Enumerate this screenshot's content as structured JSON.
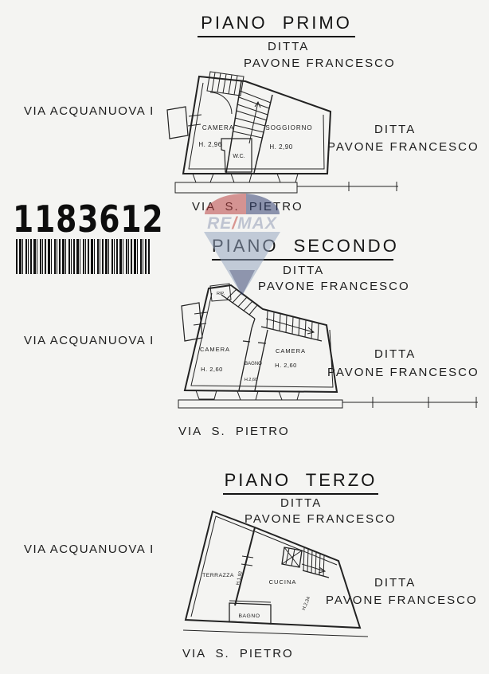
{
  "owner": {
    "line1": "DITTA",
    "line2": "PAVONE FRANCESCO"
  },
  "streets": {
    "left": "VIA ACQUANUOVA I",
    "bottom": "VIA S. PIETRO"
  },
  "barcode": {
    "number": "1183612"
  },
  "watermark": {
    "re": "RE",
    "slash": "/",
    "max": "MAX"
  },
  "colors": {
    "ink": "#1c1c1c",
    "remax_red": "#b73b3c",
    "remax_blue": "#2c3a6d",
    "remax_cone": "#93a4c0"
  },
  "floors": [
    {
      "title": "PIANO PRIMO",
      "rooms": {
        "camera": "CAMERA",
        "camera_h": "H. 2,96",
        "wc": "W.C.",
        "soggiorno": "SOGGIORNO",
        "soggiorno_h": "H. 2,90"
      }
    },
    {
      "title": "PIANO SECONDO",
      "rooms": {
        "rip": "RIP.",
        "camera_left": "CAMERA",
        "camera_left_h": "H. 2,60",
        "bagno": "BAGNO",
        "bagno_h": "H.2,60",
        "camera_right": "CAMERA",
        "camera_right_h": "H. 2,60"
      }
    },
    {
      "title": "PIANO TERZO",
      "rooms": {
        "terrazza": "TERRAZZA",
        "cucina": "CUCINA",
        "bagno": "BAGNO",
        "wall_h": "H.1,92",
        "right_h": "H.2,34"
      }
    }
  ]
}
